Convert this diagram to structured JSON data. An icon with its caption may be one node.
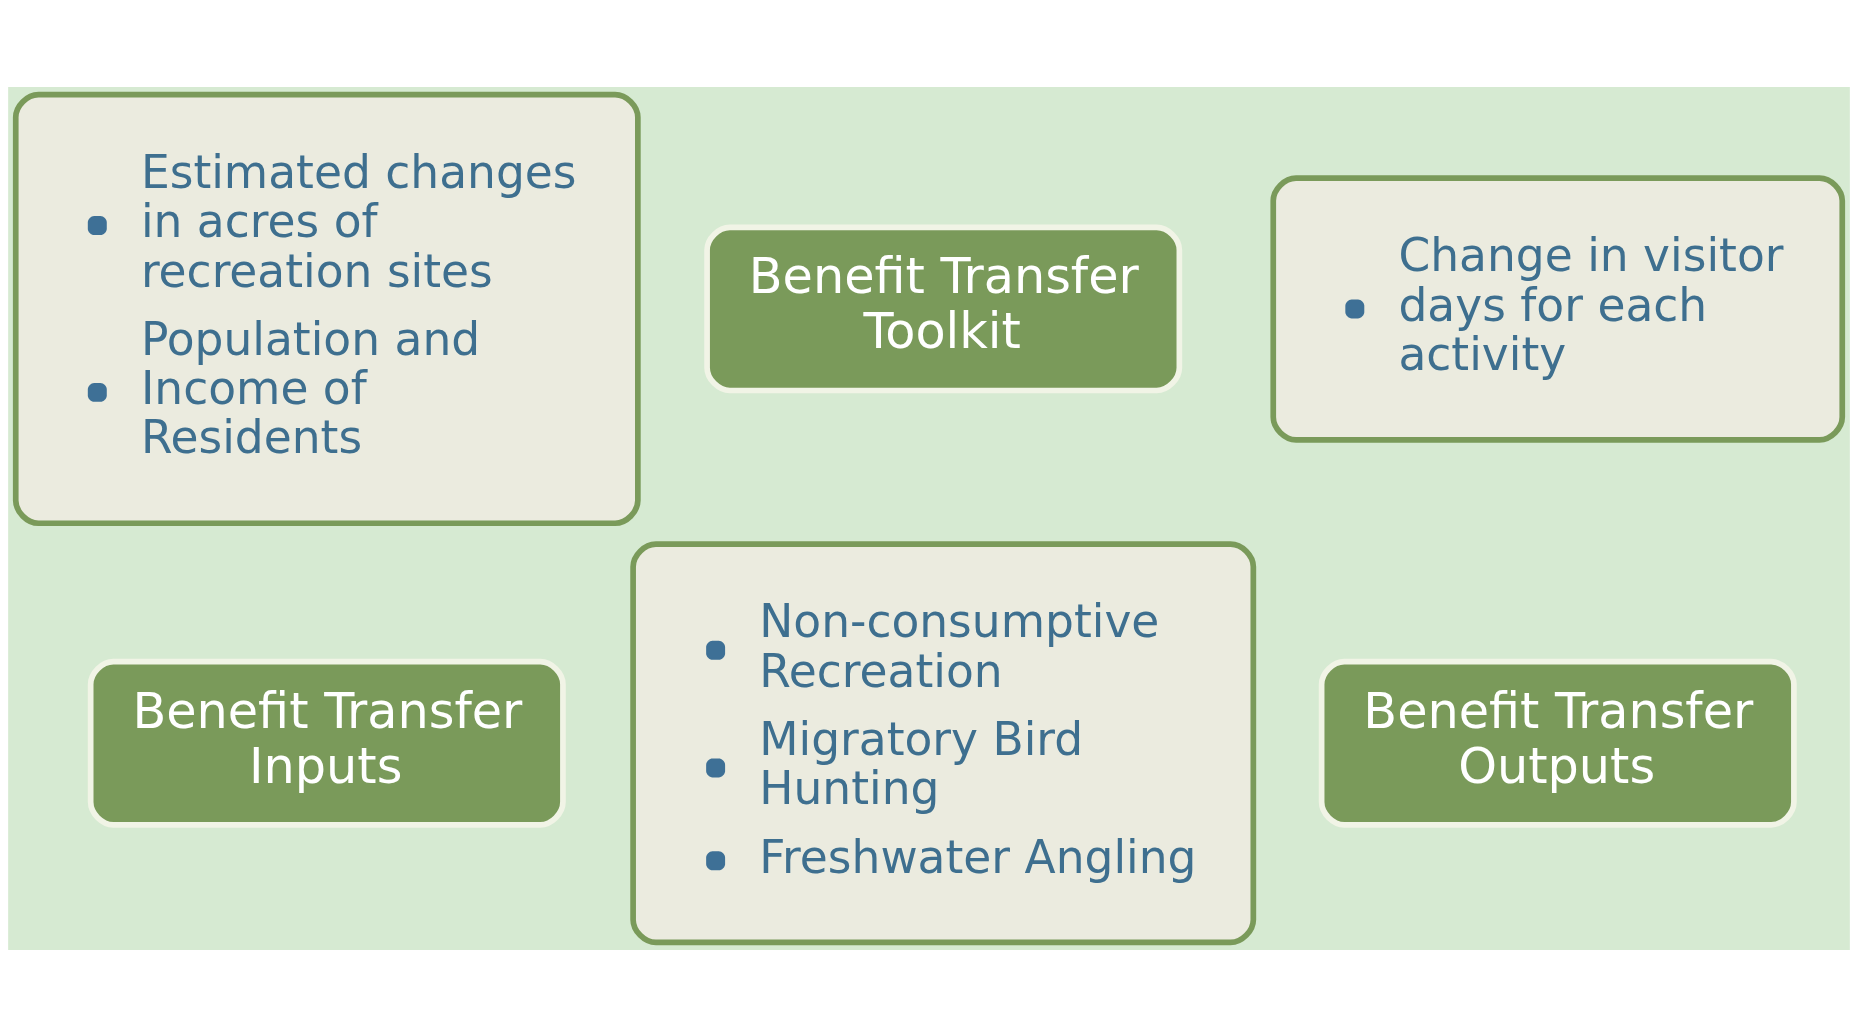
{
  "diagram": {
    "nodes": [
      {
        "text": [
          "Estimated changes in acres of recreation sites",
          "Population and Income of Residents"
        ]
      },
      {
        "text": [
          "Benefit Transfer Inputs"
        ]
      },
      {
        "text": [
          "Benefit Transfer Toolkit"
        ]
      },
      {
        "text": [
          "Non-consumptive Recreation",
          "Migratory Bird Hunting",
          "Freshwater Angling"
        ]
      },
      {
        "text": [
          "Change in visitor days for each activity"
        ]
      },
      {
        "text": [
          "Benefit Transfer Outputs"
        ]
      }
    ]
  }
}
